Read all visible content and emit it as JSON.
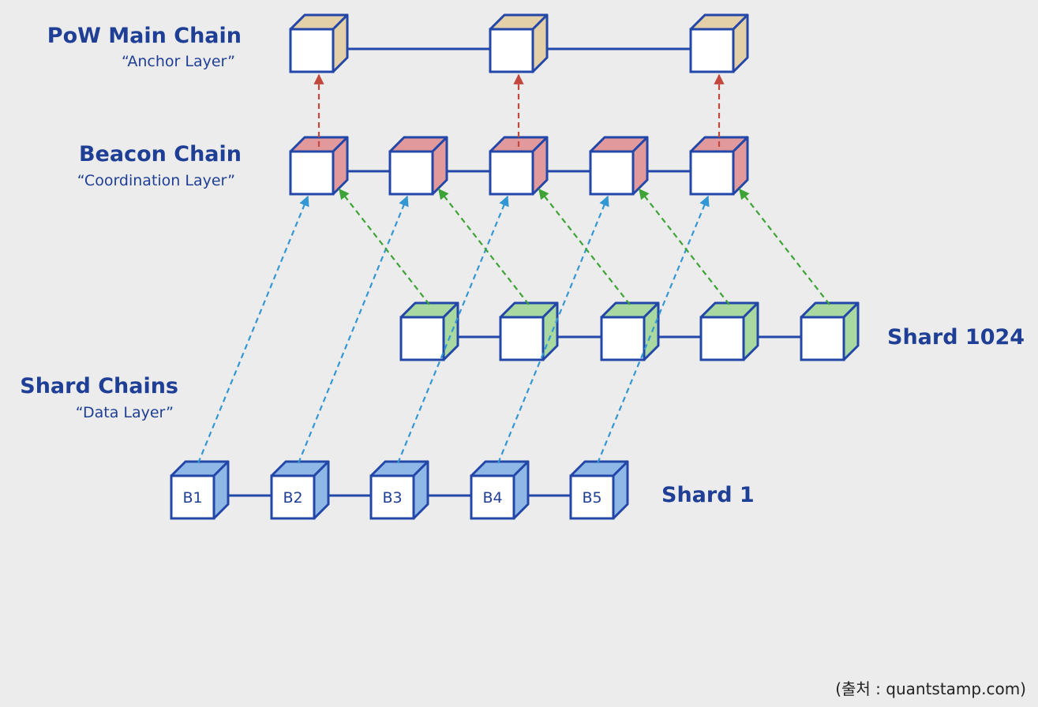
{
  "labels": {
    "pow_title": "PoW Main Chain",
    "pow_subtitle": "“Anchor Layer”",
    "beacon_title": "Beacon Chain",
    "beacon_subtitle": "“Coordination Layer”",
    "shard_chains_title": "Shard Chains",
    "shard_chains_subtitle": "“Data Layer”",
    "shard_1024": "Shard 1024",
    "shard_1": "Shard 1",
    "source": "(출처 :  quantstamp.com)"
  },
  "blocks": {
    "shard1": [
      "B1",
      "B2",
      "B3",
      "B4",
      "B5"
    ]
  },
  "colors": {
    "text": "#1f3f96",
    "outline": "#2347a8",
    "pow_side": "#e3cfa8",
    "beacon_side": "#e2999c",
    "shard1024_side": "#a9d9a0",
    "shard1_side": "#8fb8e6",
    "cross_link_blue": "#3397d4",
    "cross_link_green": "#3ea337",
    "anchor_red": "#c2473d"
  },
  "icons": {
    "block": "cube-icon",
    "link": "arrow-left-icon",
    "cross_link": "dashed-arrow-icon"
  }
}
